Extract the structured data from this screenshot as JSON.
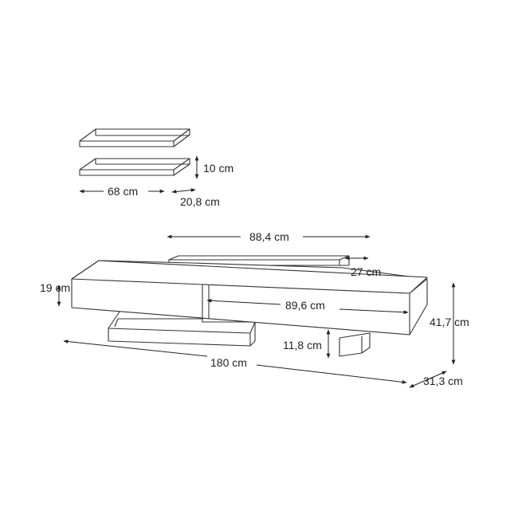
{
  "shelves": {
    "height_label": "10 cm",
    "width_label": "68 cm",
    "depth_label": "20,8 cm"
  },
  "tv_unit": {
    "top_shelf_width_label": "88,4 cm",
    "top_shelf_depth_label": "27 cm",
    "left_height_label": "19 cm",
    "drawer_width_label": "89,6 cm",
    "total_height_label": "41,7 cm",
    "leg_height_label": "11,8 cm",
    "total_width_label": "180 cm",
    "total_depth_label": "31,3 cm"
  },
  "colors": {
    "line": "#333333",
    "background": "#ffffff"
  }
}
